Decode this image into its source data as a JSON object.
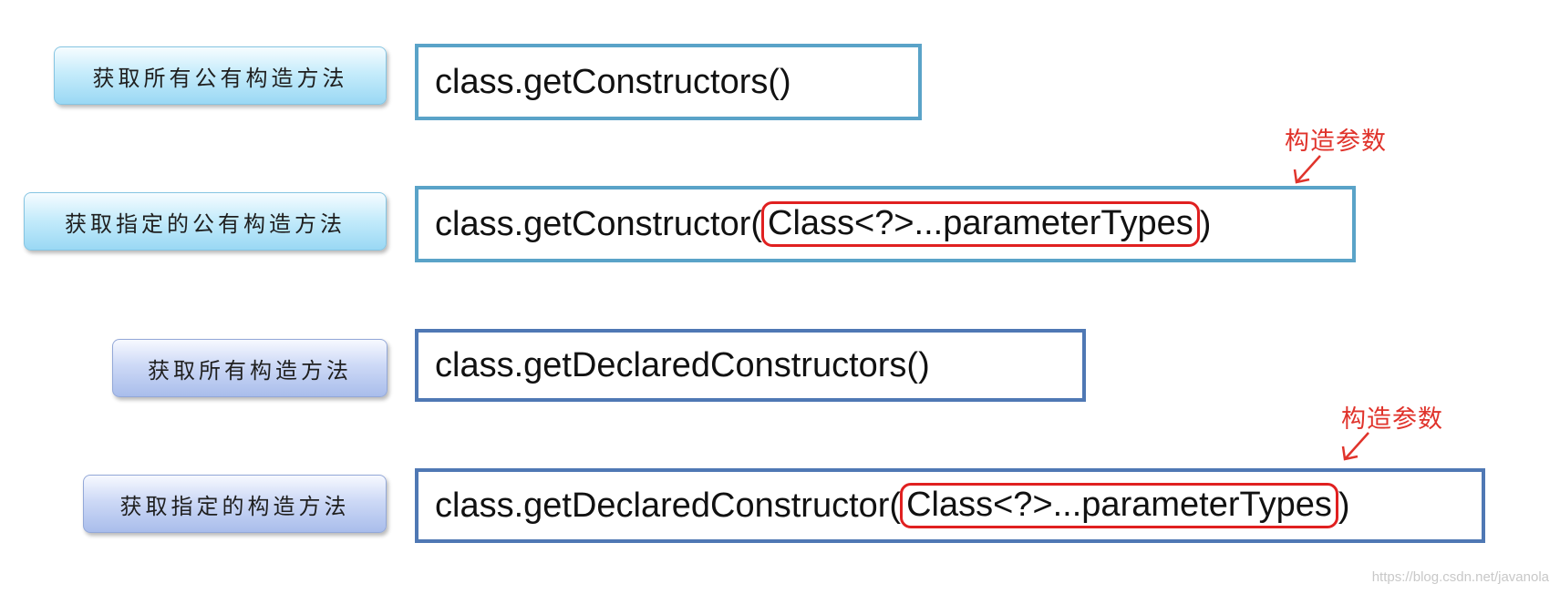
{
  "rows": [
    {
      "label": "获取所有公有构造方法",
      "code_prefix": "class.getConstructors()",
      "code_param": "",
      "code_suffix": ""
    },
    {
      "label": "获取指定的公有构造方法",
      "code_prefix": "class.getConstructor(",
      "code_param": "Class<?>...parameterTypes",
      "code_suffix": ")"
    },
    {
      "label": "获取所有构造方法",
      "code_prefix": "class.getDeclaredConstructors()",
      "code_param": "",
      "code_suffix": ""
    },
    {
      "label": "获取指定的构造方法",
      "code_prefix": "class.getDeclaredConstructor(",
      "code_param": "Class<?>...parameterTypes",
      "code_suffix": ")"
    }
  ],
  "annotations": {
    "note_1": "构造参数",
    "note_2": "构造参数"
  },
  "watermark": "https://blog.csdn.net/javanola",
  "colors": {
    "label_cyan": "#9ad8f4",
    "label_violet": "#a9bdeb",
    "box_border_light": "#5aa3c8",
    "box_border_dark": "#4f78b4",
    "highlight_red": "#e02020",
    "note_red": "#e0332b"
  }
}
